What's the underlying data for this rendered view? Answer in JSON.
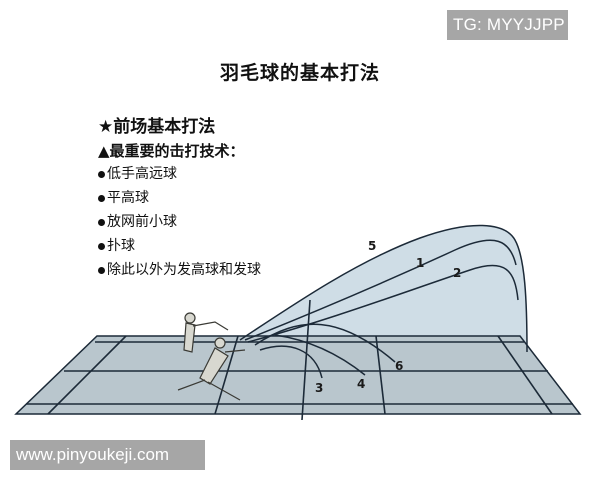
{
  "watermarks": {
    "top_right": "TG: MYYJJPP",
    "bottom_left": "www.pinyoukeji.com"
  },
  "title": "羽毛球的基本打法",
  "section": {
    "heading_icon": "star-icon",
    "heading": "★前场基本打法",
    "subheading_icon": "triangle-icon",
    "subheading": "▲最重要的击打技术：",
    "items": [
      {
        "label": "低手高远球"
      },
      {
        "label": "平高球"
      },
      {
        "label": "放网前小球"
      },
      {
        "label": "扑球"
      },
      {
        "label": "除此以外为发高球和发球"
      }
    ]
  },
  "diagram": {
    "court_color": "#b9c6cd",
    "line_color": "#1c2a38",
    "trajectory_fill": "#cfdde6",
    "trajectory_labels": [
      "1",
      "2",
      "3",
      "4",
      "5",
      "6"
    ]
  }
}
